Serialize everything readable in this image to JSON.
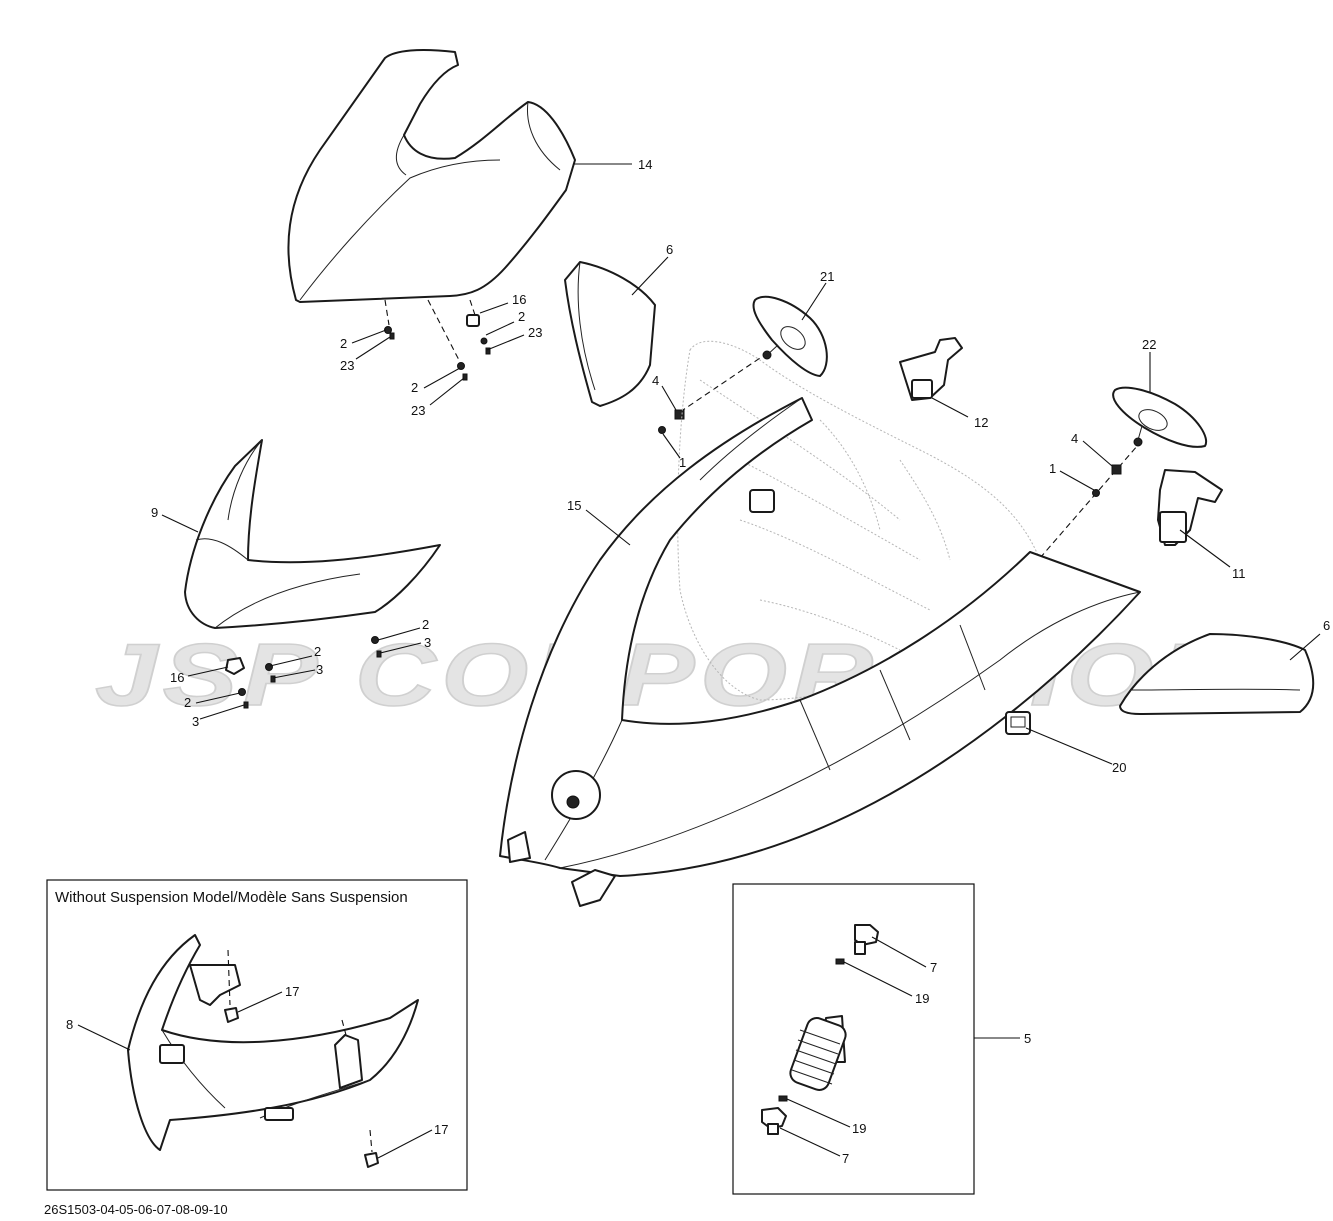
{
  "watermark": "JSP CORPORATION",
  "inset_title": "Without Suspension Model/Modèle Sans Suspension",
  "diagram_code": "26S1503-04-05-06-07-08-09-10",
  "callouts": [
    {
      "id": "c14",
      "label": "14"
    },
    {
      "id": "c16a",
      "label": "16"
    },
    {
      "id": "c2a",
      "label": "2"
    },
    {
      "id": "c23a",
      "label": "23"
    },
    {
      "id": "c2b",
      "label": "2"
    },
    {
      "id": "c23b",
      "label": "23"
    },
    {
      "id": "c2c",
      "label": "2"
    },
    {
      "id": "c23c",
      "label": "23"
    },
    {
      "id": "c6a",
      "label": "6"
    },
    {
      "id": "c21",
      "label": "21"
    },
    {
      "id": "c4a",
      "label": "4"
    },
    {
      "id": "c1a",
      "label": "1"
    },
    {
      "id": "c12",
      "label": "12"
    },
    {
      "id": "c22",
      "label": "22"
    },
    {
      "id": "c4b",
      "label": "4"
    },
    {
      "id": "c1b",
      "label": "1"
    },
    {
      "id": "c11",
      "label": "11"
    },
    {
      "id": "c15",
      "label": "15"
    },
    {
      "id": "c9",
      "label": "9"
    },
    {
      "id": "c2d",
      "label": "2"
    },
    {
      "id": "c3a",
      "label": "3"
    },
    {
      "id": "c2e",
      "label": "2"
    },
    {
      "id": "c3b",
      "label": "3"
    },
    {
      "id": "c16b",
      "label": "16"
    },
    {
      "id": "c2f",
      "label": "2"
    },
    {
      "id": "c3c",
      "label": "3"
    },
    {
      "id": "c6b",
      "label": "6"
    },
    {
      "id": "c20",
      "label": "20"
    },
    {
      "id": "c8",
      "label": "8"
    },
    {
      "id": "c17a",
      "label": "17"
    },
    {
      "id": "c17b",
      "label": "17"
    },
    {
      "id": "c7a",
      "label": "7"
    },
    {
      "id": "c19a",
      "label": "19"
    },
    {
      "id": "c5",
      "label": "5"
    },
    {
      "id": "c19b",
      "label": "19"
    },
    {
      "id": "c7b",
      "label": "7"
    }
  ]
}
